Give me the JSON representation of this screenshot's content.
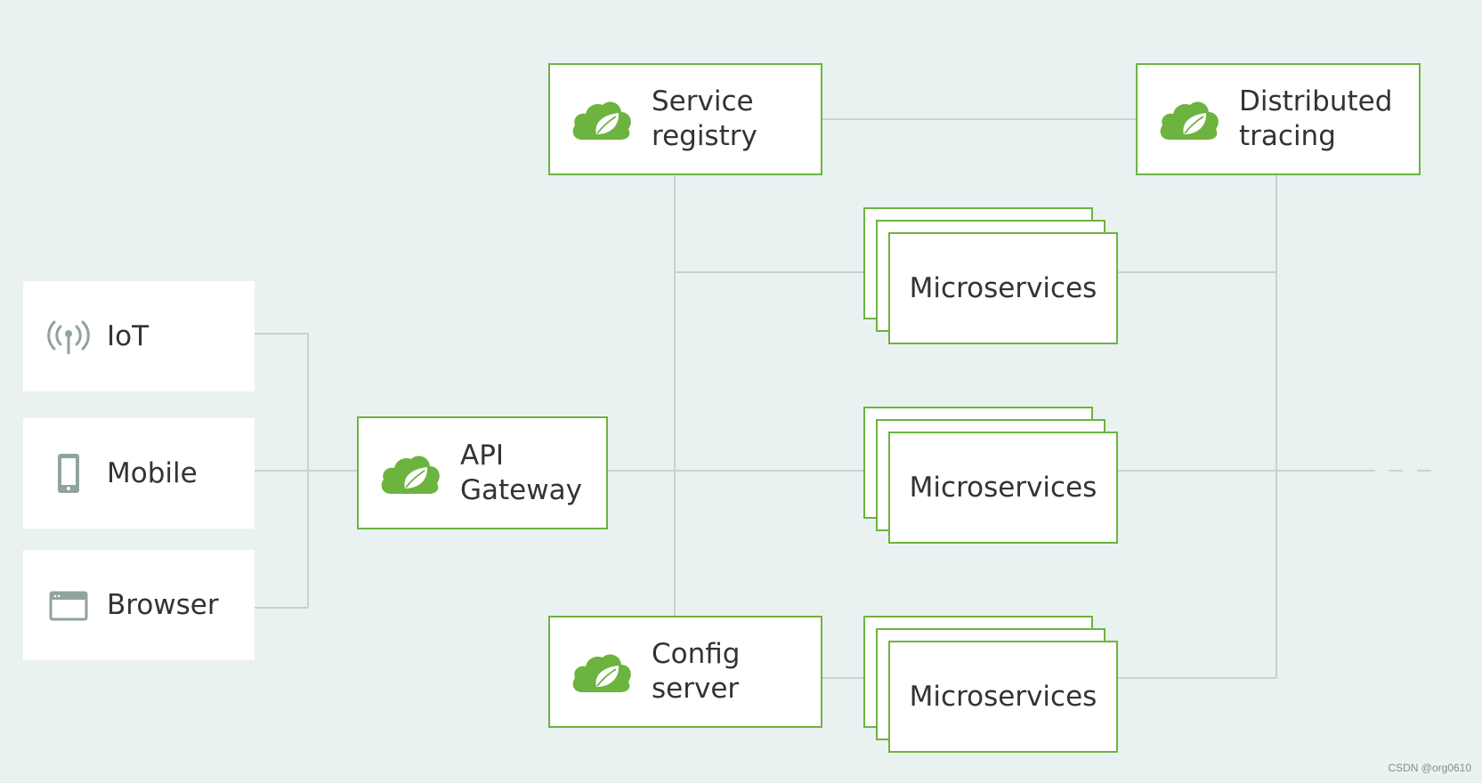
{
  "clients": [
    {
      "label": "IoT",
      "icon": "antenna-icon"
    },
    {
      "label": "Mobile",
      "icon": "mobile-phone-icon"
    },
    {
      "label": "Browser",
      "icon": "browser-window-icon"
    }
  ],
  "nodes": {
    "service_registry": {
      "line1": "Service",
      "line2": "registry"
    },
    "distributed_tracing": {
      "line1": "Distributed",
      "line2": "tracing"
    },
    "api_gateway": {
      "line1": "API",
      "line2": "Gateway"
    },
    "config_server": {
      "line1": "Config",
      "line2": "server"
    }
  },
  "microservices": [
    {
      "label": "Microservices"
    },
    {
      "label": "Microservices"
    },
    {
      "label": "Microservices"
    }
  ],
  "colors": {
    "background": "#eaf2f1",
    "accent_green": "#6db33f",
    "connector": "#c8d3d1",
    "icon_gray": "#8fa3a0"
  },
  "watermark": "CSDN @org0610"
}
